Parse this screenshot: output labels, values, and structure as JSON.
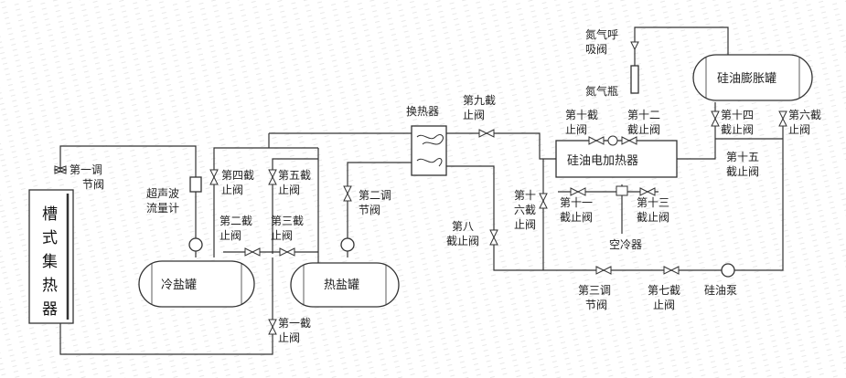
{
  "labels": {
    "collector": [
      "槽",
      "式",
      "集",
      "热",
      "器"
    ],
    "reg_valve_1": [
      "第一调",
      "节阀"
    ],
    "reg_valve_2": [
      "第二调",
      "节阀"
    ],
    "reg_valve_3": [
      "第三调",
      "节阀"
    ],
    "flowmeter": [
      "超声波",
      "流量计"
    ],
    "stop_valve_1": [
      "第一截",
      "止阀"
    ],
    "stop_valve_2": [
      "第二截",
      "止阀"
    ],
    "stop_valve_3": [
      "第三截",
      "止阀"
    ],
    "stop_valve_4": [
      "第四截",
      "止阀"
    ],
    "stop_valve_5": [
      "第五截",
      "止阀"
    ],
    "stop_valve_6": [
      "第六截",
      "止阀"
    ],
    "stop_valve_7": [
      "第七截",
      "止阀"
    ],
    "stop_valve_8": [
      "第八",
      "截止阀"
    ],
    "stop_valve_9": [
      "第九截",
      "止阀"
    ],
    "stop_valve_10": [
      "第十截",
      "止阀"
    ],
    "stop_valve_11": [
      "第十一",
      "截止阀"
    ],
    "stop_valve_12": [
      "第十二",
      "截止阀"
    ],
    "stop_valve_13": [
      "第十三",
      "截止阀"
    ],
    "stop_valve_14": [
      "第十四",
      "截止阀"
    ],
    "stop_valve_15": [
      "第十五",
      "截止阀"
    ],
    "stop_valve_16": [
      "第十",
      "六截",
      "止阀"
    ],
    "cold_tank": "冷盐罐",
    "hot_tank": "热盐罐",
    "heat_exchanger": "换热器",
    "electric_heater": "硅油电加热器",
    "air_cooler": "空冷器",
    "oil_pump": "硅油泵",
    "expansion_tank": "硅油膨胀罐",
    "nitrogen_valve": [
      "氮气呼",
      "吸阀"
    ],
    "nitrogen_bottle": "氮气瓶"
  }
}
